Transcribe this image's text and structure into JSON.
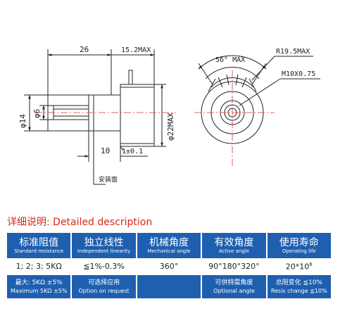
{
  "drawing": {
    "dim_length": "26",
    "dim_shaft_max": "15.2MAX",
    "dim_d14": "φ14",
    "dim_d6": "φ6",
    "dim_body": "φ22MAX",
    "dim_flat": "10",
    "dim_tol": "1±0.1",
    "mount_label": "安装面",
    "angle_label": "56° MAX",
    "radius_label": "R19.5MAX",
    "thread_label": "M10X0.75"
  },
  "description": {
    "title": "详细说明: Detailed description"
  },
  "table": {
    "headers": [
      {
        "cn": "标准阻值",
        "en": "Standard resistance"
      },
      {
        "cn": "独立线性",
        "en": "Independent linearity"
      },
      {
        "cn": "机械角度",
        "en": "Mechanical angle"
      },
      {
        "cn": "有效角度",
        "en": "Active angle"
      },
      {
        "cn": "使用寿命",
        "en": "Operating life"
      }
    ],
    "values": [
      "1; 2; 3; 5KΩ",
      "≦1%-0.3%",
      "360°",
      "90°180°320°",
      "20*10"
    ],
    "life_exponent": "6",
    "footers": [
      {
        "l1": "最大: 5KΩ ±5%",
        "l2": "Maximum 5KΩ ±5%"
      },
      {
        "l1": "可选择应用",
        "l2": "Option on request"
      },
      {
        "l1": "",
        "l2": ""
      },
      {
        "l1": "可供特需角度",
        "l2": "Optional angle"
      },
      {
        "l1": "总阻变化 ≦10%",
        "l2": "Resis change ≦10%"
      }
    ]
  },
  "colors": {
    "header_bg": "#1e5fb0",
    "title_red": "#d62a1a",
    "center_line": "#e03030"
  }
}
